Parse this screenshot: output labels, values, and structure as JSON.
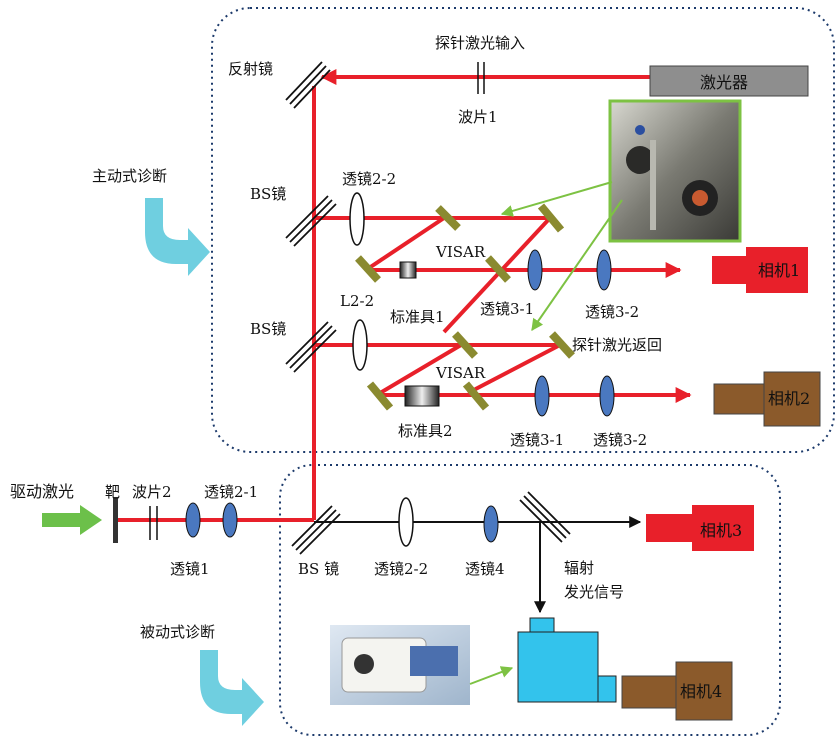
{
  "labels": {
    "probe_input": "探针激光输入",
    "waveplate1": "波片1",
    "mirror": "反射镜",
    "laser": "激光器",
    "active": "主动式诊断",
    "bs1": "BS镜",
    "bs2": "BS镜",
    "lens22_top": "透镜2-2",
    "visar1": "VISAR",
    "visar2": "VISAR",
    "etalon1": "标准具1",
    "etalon2": "标准具2",
    "lens31_a": "透镜3-1",
    "lens32_a": "透镜3-2",
    "lens31_b": "透镜3-1",
    "lens32_b": "透镜3-2",
    "l22": "L2-2",
    "probe_return": "探针激光返回",
    "camera1": "相机1",
    "camera2": "相机2",
    "camera3": "相机3",
    "camera4": "相机4",
    "drive": "驱动激光",
    "target": "靶",
    "waveplate2": "波片2",
    "lens21": "透镜2-1",
    "lens1": "透镜1",
    "bs3": "BS 镜",
    "lens22_bottom": "透镜2-2",
    "lens4": "透镜4",
    "radiation1": "辐射",
    "radiation2": "发光信号",
    "passive": "被动式诊断"
  },
  "colors": {
    "beam": "#e8202a",
    "drive_arrow": "#6cc04a",
    "green_pointer": "#7dc243",
    "dashed_box": "#1c3a6b",
    "lens_blue": "#4a78c0",
    "mirror_olive": "#8a8a30",
    "laser_box": "#8e8e8e",
    "camera_red": "#e8202a",
    "camera_brown": "#8b5a2b",
    "spectrometer": "#33c3ec",
    "curved_arrow": "#6fcfe0"
  },
  "icons": [
    "curved-arrow-icon",
    "camera-icon",
    "lens-icon",
    "mirror-icon",
    "photo-thumbnail"
  ]
}
